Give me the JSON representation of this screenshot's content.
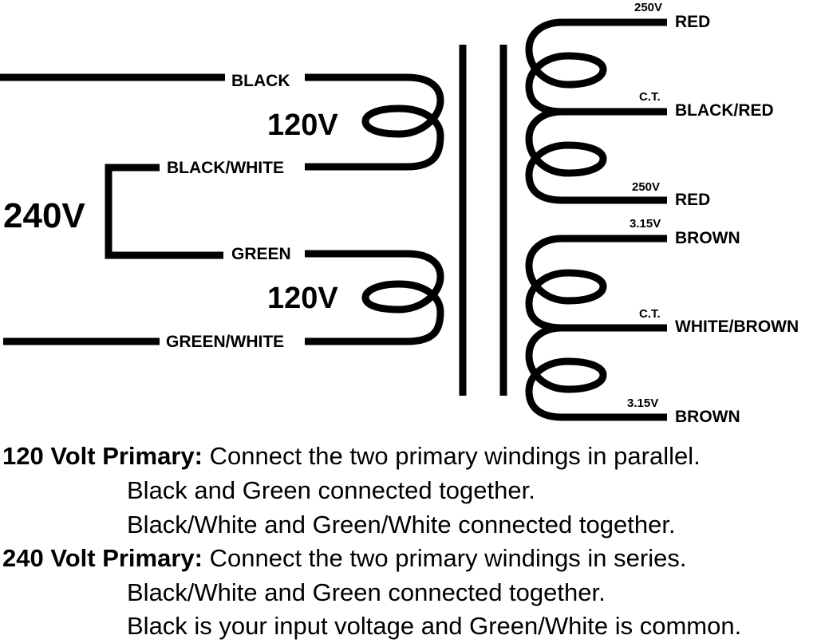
{
  "primary": {
    "wire_black": "BLACK",
    "wire_black_white": "BLACK/WHITE",
    "wire_green": "GREEN",
    "wire_green_white": "GREEN/WHITE",
    "coil_voltage_top": "120V",
    "coil_voltage_bottom": "120V",
    "series_voltage": "240V"
  },
  "secondary": {
    "hv": {
      "top_voltage": "250V",
      "top_wire": "RED",
      "ct_label": "C.T.",
      "ct_wire": "BLACK/RED",
      "bottom_voltage": "250V",
      "bottom_wire": "RED"
    },
    "heater": {
      "top_voltage": "3.15V",
      "top_wire": "BROWN",
      "ct_label": "C.T.",
      "ct_wire": "WHITE/BROWN",
      "bottom_voltage": "3.15V",
      "bottom_wire": "BROWN"
    }
  },
  "notes": {
    "p120_heading": "120 Volt Primary:",
    "p120_text": " Connect the two primary windings in parallel.",
    "p120_step1": "Black and Green connected together.",
    "p120_step2": "Black/White and Green/White connected together.",
    "p240_heading": "240 Volt Primary:",
    "p240_text": " Connect the two primary windings in series.",
    "p240_step1": "Black/White and Green connected together.",
    "p240_step2": "Black is your input voltage and Green/White is common."
  }
}
